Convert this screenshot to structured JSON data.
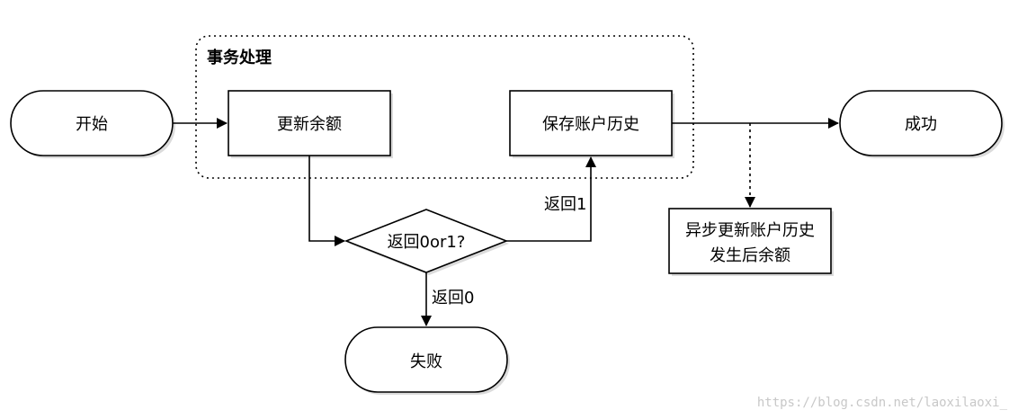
{
  "group": {
    "label": "事务处理"
  },
  "nodes": {
    "start": "开始",
    "update_balance": "更新余额",
    "decision": "返回0or1?",
    "save_history": "保存账户历史",
    "success": "成功",
    "failure": "失败",
    "async_note_line1": "异步更新账户历史",
    "async_note_line2": "发生后余额"
  },
  "edges": {
    "return1": "返回1",
    "return0": "返回0"
  },
  "watermark": "https://blog.csdn.net/laoxilaoxi_"
}
